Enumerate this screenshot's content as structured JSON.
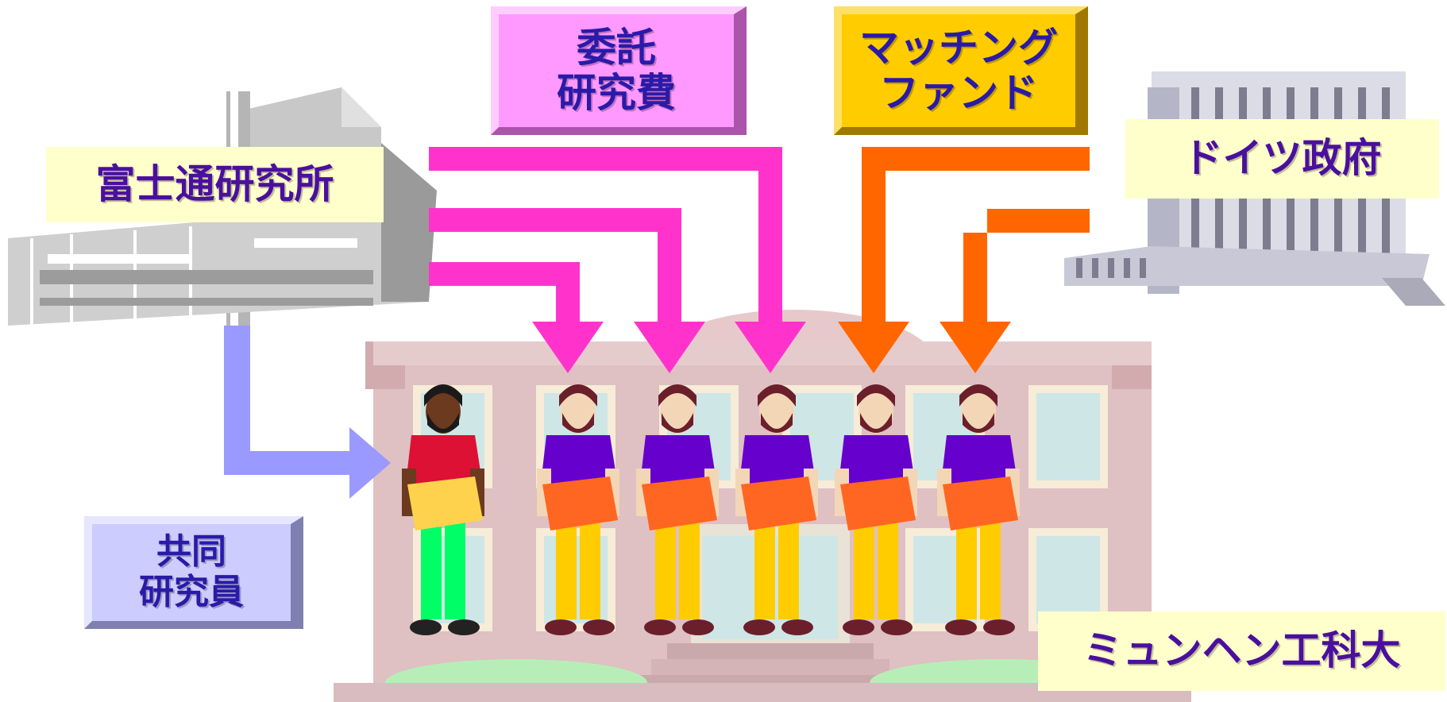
{
  "labels": {
    "fujitsu": "富士通研究所",
    "contract_line1": "委託",
    "contract_line2": "研究費",
    "matching_line1": "マッチング",
    "matching_line2": "ファンド",
    "german_gov": "ドイツ政府",
    "joint_line1": "共同",
    "joint_line2": "研究員",
    "tum": "ミュンヘン工科大"
  },
  "colors": {
    "contract_arrows": "#ff33cc",
    "matching_arrows": "#ff6600",
    "joint_arrow": "#9999ff",
    "researcher_shirt": "#6600cc",
    "researcher_pants": "#ffcc00",
    "visitor_shirt": "#dd1133",
    "visitor_pants": "#00ff66"
  },
  "people": [
    {
      "kind": "joint-researcher"
    },
    {
      "kind": "researcher"
    },
    {
      "kind": "researcher"
    },
    {
      "kind": "researcher"
    },
    {
      "kind": "researcher"
    },
    {
      "kind": "researcher"
    }
  ]
}
